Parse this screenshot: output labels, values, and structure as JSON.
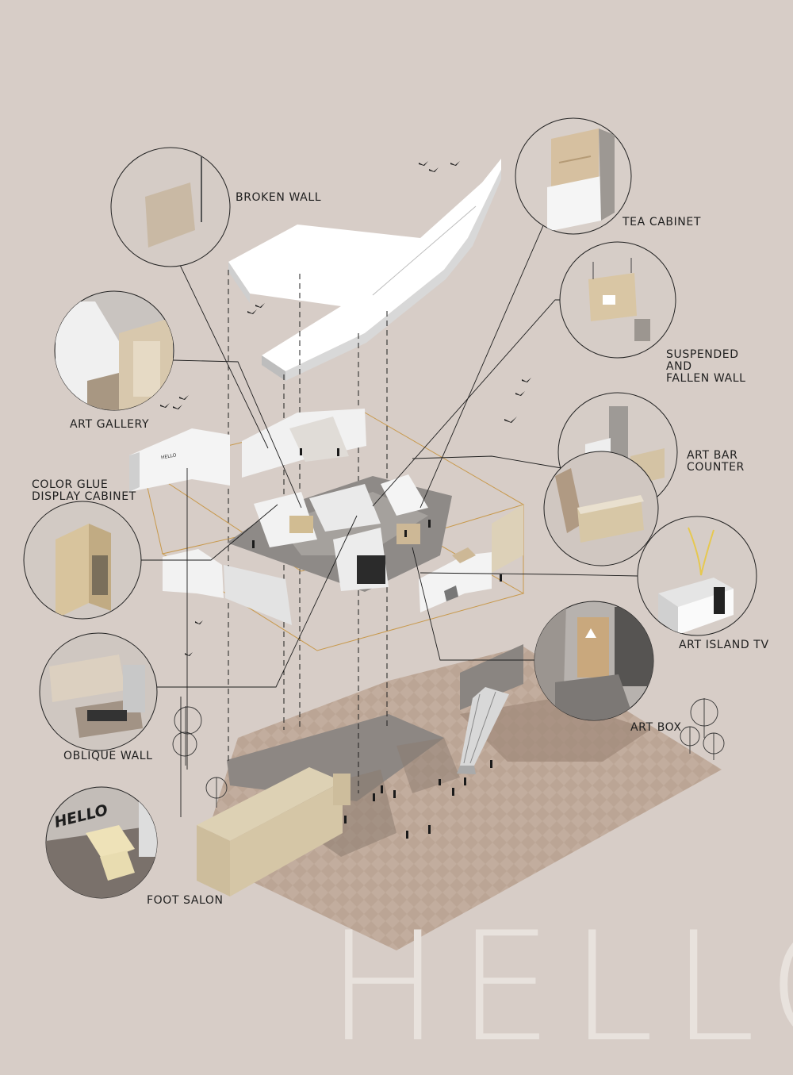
{
  "watermark": "HELLO",
  "salon_sign": "HELLO",
  "wall_sign": "HELLO",
  "labels": {
    "broken_wall": "BROKEN WALL",
    "tea_cabinet": "TEA CABINET",
    "suspended_wall": "SUSPENDED\nAND\nFALLEN WALL",
    "art_gallery": "ART GALLERY",
    "art_bar_counter": "ART BAR\nCOUNTER",
    "color_glue_display": "COLOR GLUE\nDISPLAY CABINET",
    "art_island_tv": "ART ISLAND TV",
    "art_box": "ART BOX",
    "oblique_wall": "OBLIQUE WALL",
    "foot_salon": "FOOT SALON"
  },
  "colors": {
    "background": "#d7cdc7",
    "plaza": "#bba595",
    "accent_line": "#c8994c",
    "wood": "#cdb896"
  }
}
